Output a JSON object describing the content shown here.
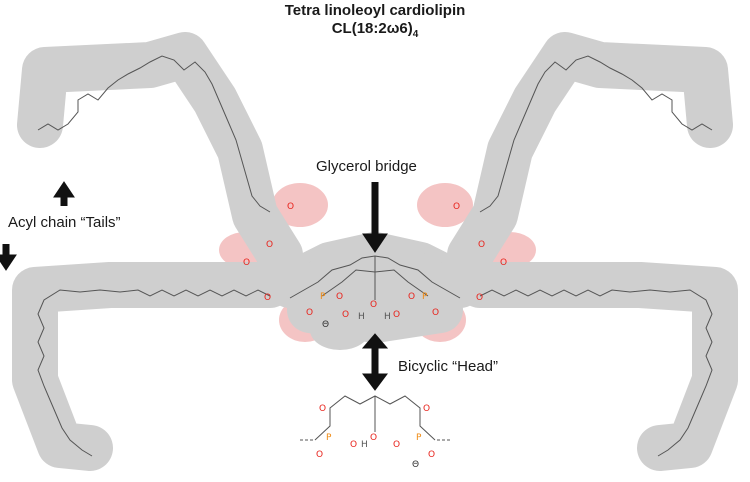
{
  "title": {
    "line1": "Tetra linoleoyl cardiolipin",
    "line2_main": "CL(18:2ω6)",
    "line2_subscript": "4"
  },
  "annotations": {
    "glycerol_bridge": "Glycerol bridge",
    "acyl_tails": "Acyl chain “Tails”",
    "bicyclic_head": "Bicyclic “Head”"
  },
  "atoms": {
    "oxygen": "O",
    "phosphorus": "P",
    "hydrogen": "H",
    "anion": "Θ"
  },
  "colors": {
    "tail_shading": "#cfcfcf",
    "head_shading": "#f4c4c4",
    "oxygen": "#e8231c",
    "phosphorus": "#ef8a12",
    "bond": "#555555",
    "arrow": "#111111"
  }
}
